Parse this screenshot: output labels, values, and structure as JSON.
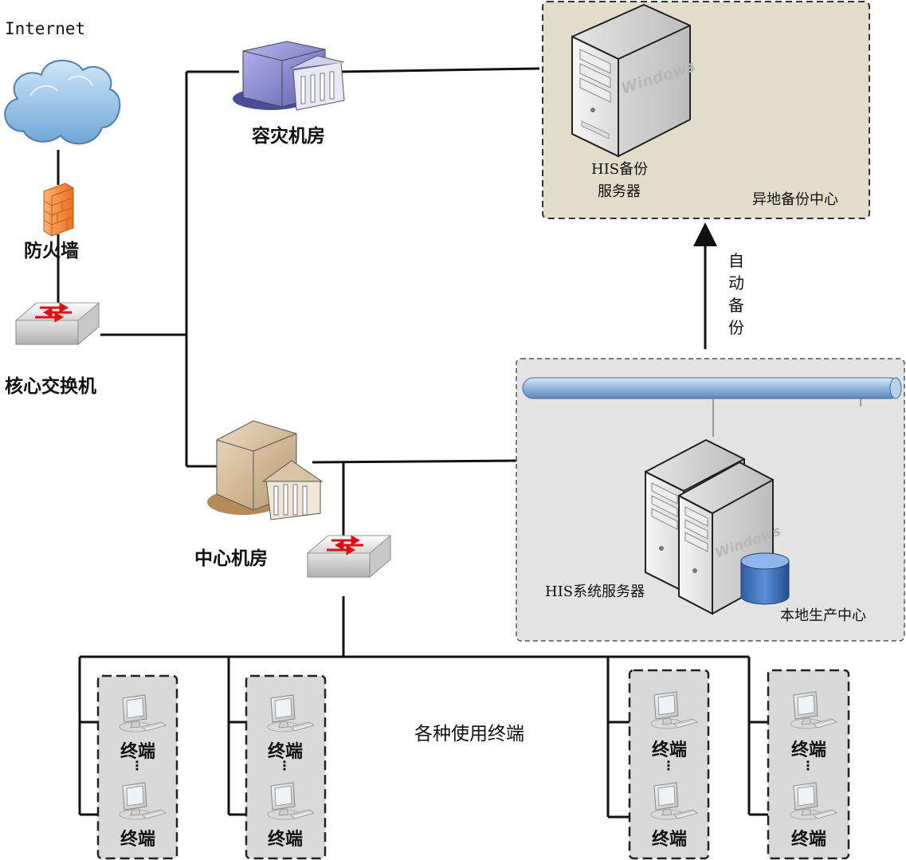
{
  "labels": {
    "internet": "Internet",
    "firewall": "防火墙",
    "core_switch": "核心交换机",
    "dr_room": "容灾机房",
    "center_room": "中心机房",
    "his_backup_line1": "HIS备份",
    "his_backup_line2": "服务器",
    "offsite_center": "异地备份中心",
    "auto_backup": [
      "自",
      "动",
      "备",
      "份"
    ],
    "his_server": "HIS系统服务器",
    "local_center": "本地生产中心",
    "terminals_caption": "各种使用终端",
    "terminal": "终端",
    "windows": "Windows"
  },
  "terminal_groups": [
    {
      "top": "终端",
      "bottom": "终端"
    },
    {
      "top": "终端",
      "bottom": "终端"
    },
    {
      "top": "终端",
      "bottom": "终端"
    },
    {
      "top": "终端",
      "bottom": "终端"
    }
  ]
}
